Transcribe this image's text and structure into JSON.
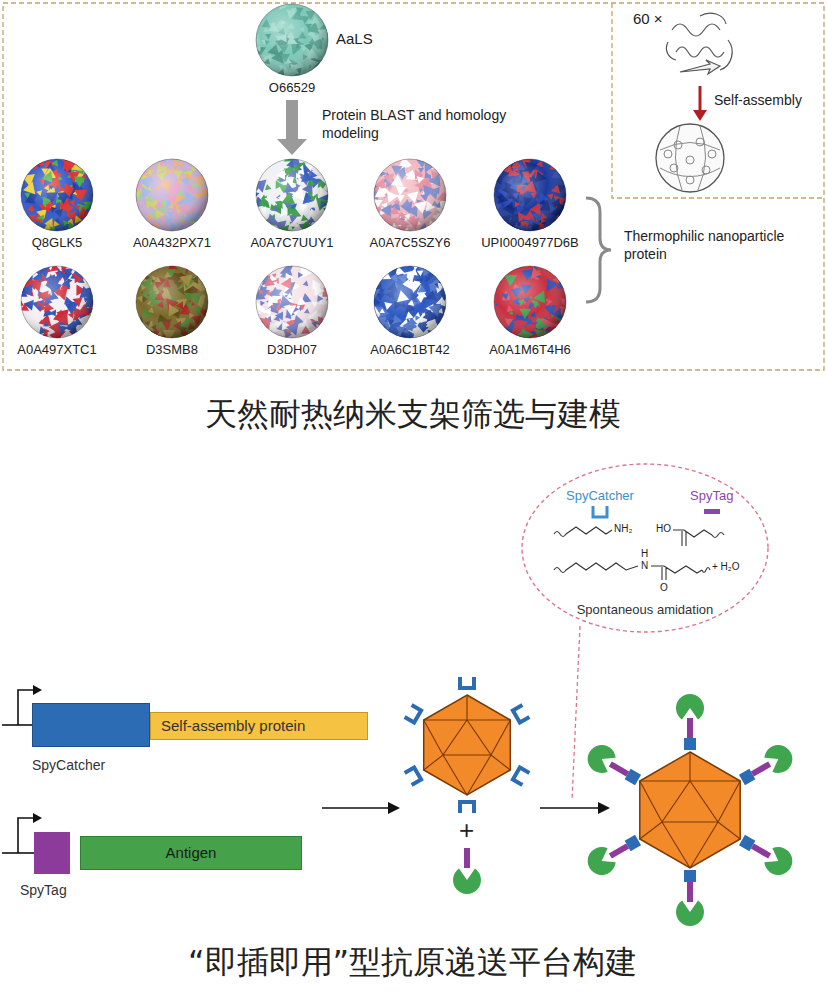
{
  "diagram": {
    "nodes": [
      {
        "text": [
          "AaLS",
          "O66529"
        ]
      },
      {
        "text": [
          "Q8GLK5"
        ]
      },
      {
        "text": [
          "A0A432PX71"
        ]
      },
      {
        "text": [
          "A0A7C7UUY1"
        ]
      },
      {
        "text": [
          "A0A7C5SZY6"
        ]
      },
      {
        "text": [
          "UPI0004977D6B"
        ]
      },
      {
        "text": [
          "A0A497XTC1"
        ]
      },
      {
        "text": [
          "D3SMB8"
        ]
      },
      {
        "text": [
          "D3DH07"
        ]
      },
      {
        "text": [
          "A0A6C1BT42"
        ]
      },
      {
        "text": [
          "A0A1M6T4H6"
        ]
      },
      {
        "text": [
          "SpyCatcher",
          "SpyTag",
          "Spontaneous amidation"
        ]
      },
      {
        "text": [
          "SpyCatcher"
        ]
      },
      {
        "text": [
          "Self-assembly protein"
        ]
      },
      {
        "text": [
          "SpyTag"
        ]
      },
      {
        "text": [
          "Antigen"
        ]
      }
    ],
    "edges": [
      {
        "from": 0,
        "to": 3,
        "arrow": "to",
        "label": "Protein BLAST and homology modeling"
      }
    ],
    "labels": [
      "60 ×",
      "Self-assembly",
      "Thermophilic nanoparticle protein",
      "天然耐热纳米支架筛选与建模",
      "NH₂",
      "HO",
      "H",
      "N",
      "O",
      "+ H₂O",
      "+",
      "“即插即用”型抗原递送平台构建"
    ]
  }
}
